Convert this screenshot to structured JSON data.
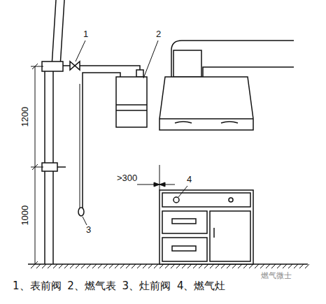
{
  "diagram": {
    "caption": "1、表前阀 2、燃气表 3、灶前阀 4、燃气灶",
    "labels": [
      "1",
      "2",
      "3",
      "4",
      "1200",
      "1000",
      ">300",
      "燃气微士"
    ]
  }
}
